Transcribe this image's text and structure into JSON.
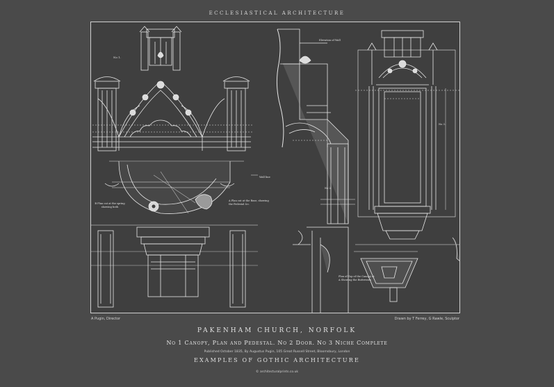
{
  "header": {
    "top_title": "ECCLESIASTICAL ARCHITECTURE"
  },
  "plate": {
    "labels": {
      "no1": "No 1.",
      "no2": "No 2.",
      "no3": "No 3.",
      "wall_line": "Wall line",
      "elevation_of_wall": "Elevation of Wall",
      "note_left": "B Plan cut at the spring showing both",
      "note_mid": "A Plan cut at the Base, showing the Pedestal &c.",
      "note_right": "Plan of Top of the Canopy at A Showing the Buttresses"
    }
  },
  "credits": {
    "left": "A Pugin, Director",
    "right": "Drawn by T Ferrey,  G Rawle, Sculptor"
  },
  "footer": {
    "main_title": "PAKENHAM CHURCH, NORFOLK",
    "subtitle": "No 1 Canopy, Plan and Pedestal. No 2 Door. No 3 Niche Complete",
    "publisher": "Published October 1835, By Augustus Pugin, 105 Great Russell Street, Bloomsbury, London",
    "series": "EXAMPLES OF GOTHIC ARCHITECTURE",
    "website": "© architecturalprints.co.uk"
  }
}
